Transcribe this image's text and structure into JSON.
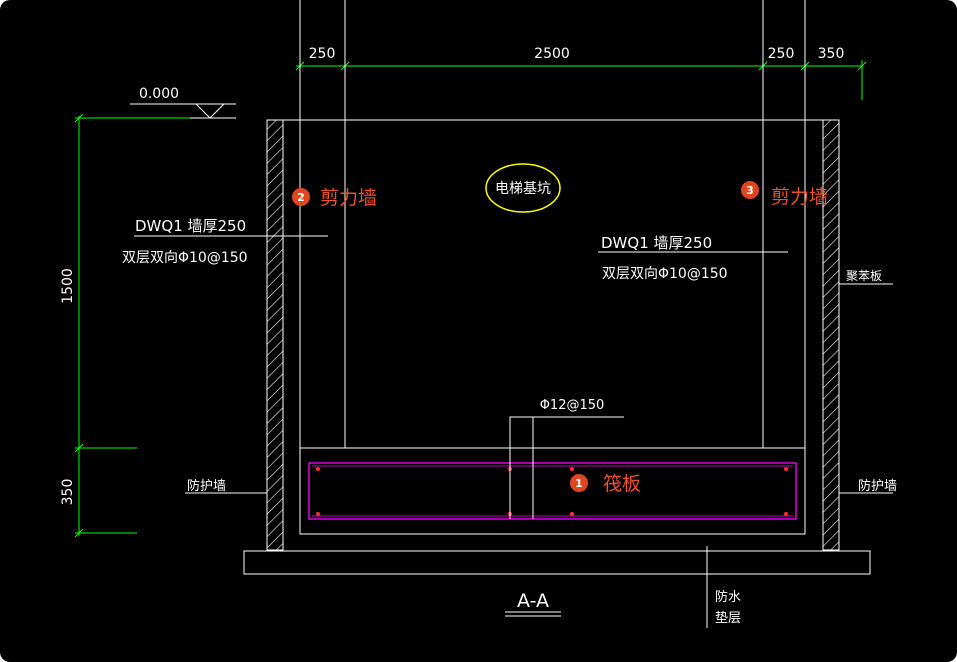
{
  "dimensions": {
    "top": [
      "250",
      "2500",
      "250",
      "350"
    ],
    "left_height": "1500",
    "left_bottom": "350",
    "elevation": "0.000"
  },
  "pit_label": "电梯基坑",
  "left_wall": {
    "code": "DWQ1 墙厚250",
    "rebar": "双层双向Φ10@150"
  },
  "right_wall": {
    "code": "DWQ1 墙厚250",
    "rebar": "双层双向Φ10@150"
  },
  "slab_rebar": "Φ12@150",
  "left_protect_wall": "防护墙",
  "right_protect_wall": "防护墙",
  "right_side_label": "聚苯板",
  "waterproof": [
    "防水",
    "垫层"
  ],
  "section_title": "A-A",
  "annotations": [
    {
      "num": "1",
      "text": "筏板"
    },
    {
      "num": "2",
      "text": "剪力墙"
    },
    {
      "num": "3",
      "text": "剪力墙"
    }
  ],
  "colors": {
    "dimension": "#00ff00",
    "line": "#ffffff",
    "slab": "#ff00ff",
    "marker": "#ff3030",
    "badge": "#e0461e",
    "annotation": "#f0522a",
    "ellipse": "#ffff00"
  }
}
